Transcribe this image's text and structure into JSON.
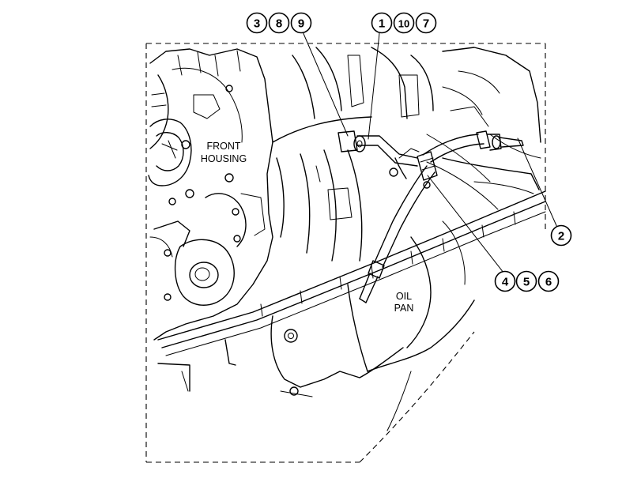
{
  "labels": {
    "front_housing_line1": "FRONT",
    "front_housing_line2": "HOUSING",
    "oil_pan_line1": "OIL",
    "oil_pan_line2": "PAN"
  },
  "callouts": {
    "group_a": [
      "3",
      "8",
      "9"
    ],
    "group_b": [
      "1",
      "10",
      "7"
    ],
    "single": "2",
    "group_c": [
      "4",
      "5",
      "6"
    ]
  }
}
